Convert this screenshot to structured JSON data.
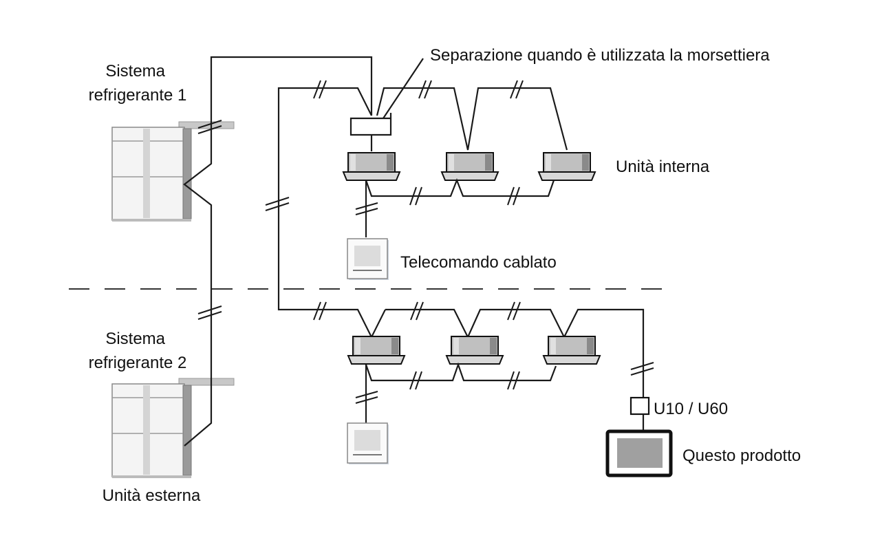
{
  "labels": {
    "system1_line1": "Sistema",
    "system1_line2": "refrigerante 1",
    "system2_line1": "Sistema",
    "system2_line2": "refrigerante 2",
    "separation": "Separazione quando è utilizzata la morsettiera",
    "indoor_unit": "Unità interna",
    "wired_remote": "Telecomando cablato",
    "outdoor_unit": "Unità esterna",
    "adapter": "U10 / U60",
    "this_product": "Questo prodotto"
  },
  "colors": {
    "line": "#1a1a1a",
    "unit_gray": "#bdbdbd",
    "unit_dark": "#8a8a8a",
    "panel_light": "#d8d8d8",
    "product_screen": "#a0a0a0"
  }
}
